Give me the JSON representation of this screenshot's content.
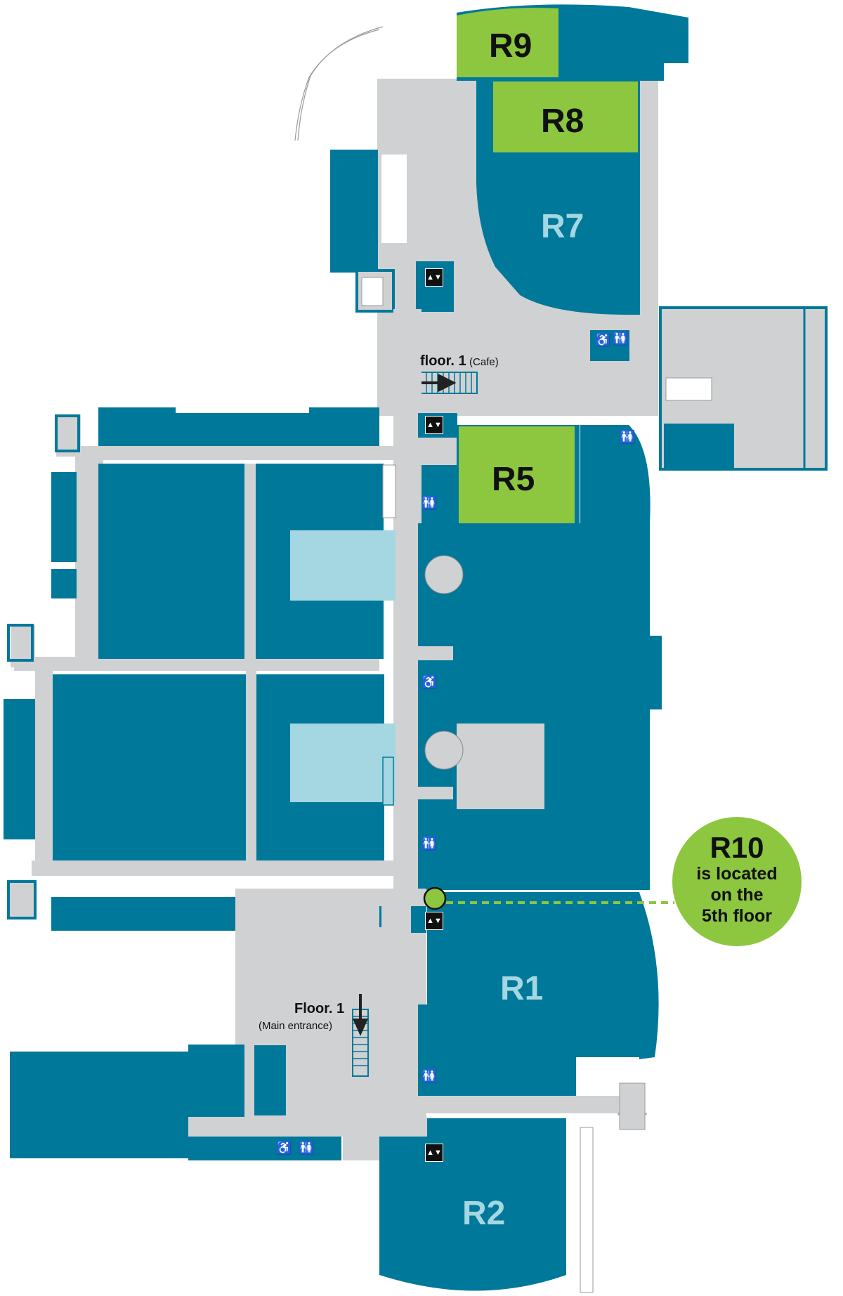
{
  "map": {
    "title": "Building floor plan",
    "colors": {
      "room": "#00789a",
      "hallway": "#d0d1d2",
      "light_room": "#a4d7e1",
      "highlight": "#8dc63f",
      "label_dark": "#111111",
      "label_light": "#a4d7e1"
    }
  },
  "rooms": {
    "r1": "R1",
    "r2": "R2",
    "r5": "R5",
    "r7": "R7",
    "r8": "R8",
    "r9": "R9"
  },
  "callout": {
    "room": "R10",
    "line1": "is located",
    "line2": "on the",
    "line3": "5th floor"
  },
  "stairs_notes": {
    "cafe": {
      "title": "floor. 1",
      "sub": "(Cafe)",
      "arrow": "right"
    },
    "main": {
      "title": "Floor. 1",
      "sub": "(Main entrance)",
      "arrow": "down"
    }
  },
  "icons": {
    "elevator": "elevator-icon",
    "restroom": "restroom-icon",
    "accessible": "wheelchair-icon",
    "stairs": "stairs-icon"
  }
}
